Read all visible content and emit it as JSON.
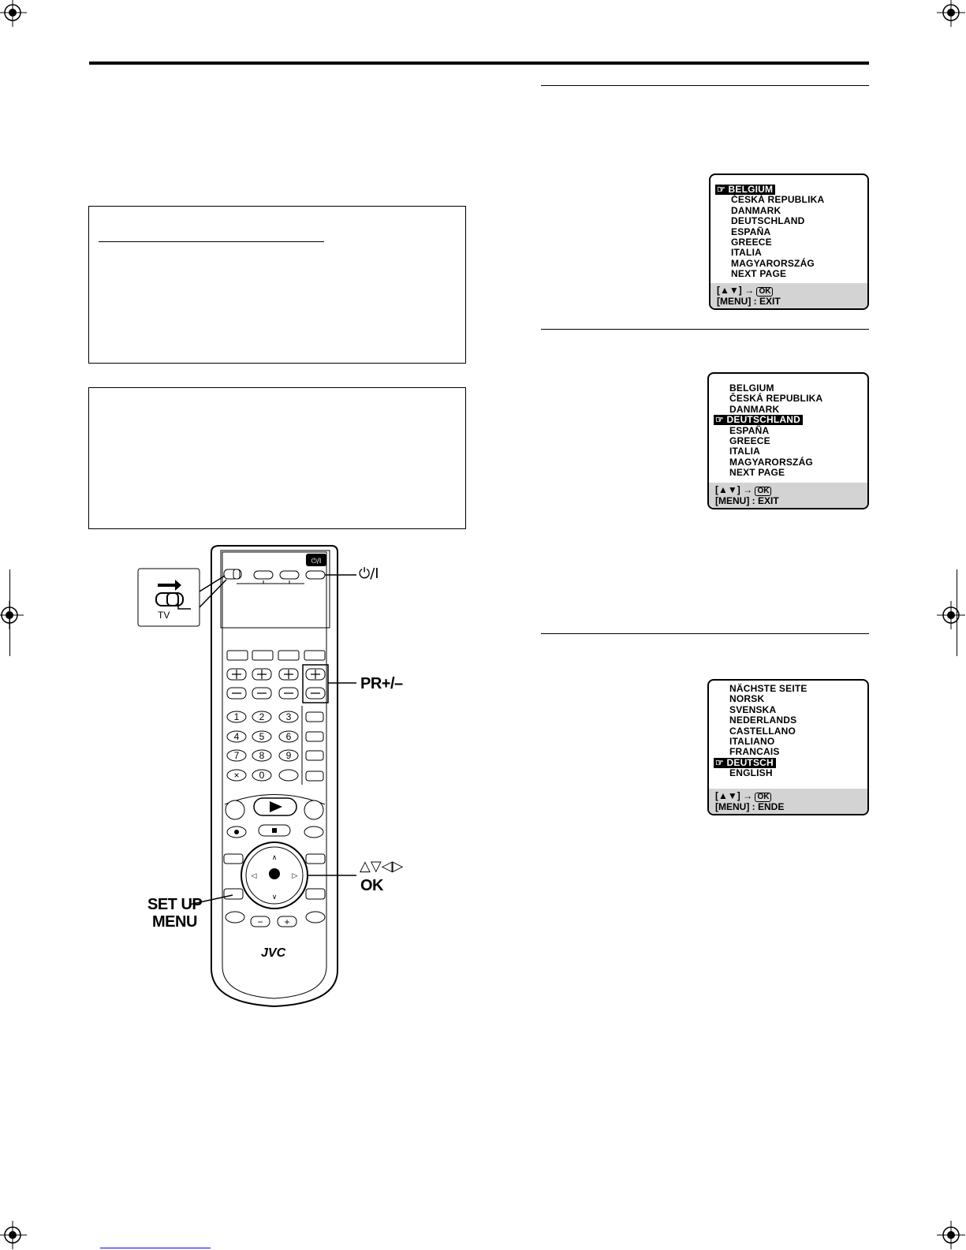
{
  "screens": {
    "country_page1": {
      "items": [
        "BELGIUM",
        "ČESKÁ REPUBLIKA",
        "DANMARK",
        "DEUTSCHLAND",
        "ESPAÑA",
        "GREECE",
        "ITALIA",
        "MAGYARORSZÁG",
        "NEXT PAGE"
      ],
      "selected_index": 0,
      "footer_line1_prefix": "[▲▼] →",
      "footer_ok": "OK",
      "footer_line2": "[MENU] : EXIT"
    },
    "country_page1_b": {
      "items": [
        "BELGIUM",
        "ČESKÁ REPUBLIKA",
        "DANMARK",
        "DEUTSCHLAND",
        "ESPAÑA",
        "GREECE",
        "ITALIA",
        "MAGYARORSZÁG",
        "NEXT PAGE"
      ],
      "selected_index": 3,
      "footer_line1_prefix": "[▲▼] →",
      "footer_ok": "OK",
      "footer_line2": "[MENU] : EXIT"
    },
    "language": {
      "items": [
        "NÄCHSTE SEITE",
        "NORSK",
        "SVENSKA",
        "NEDERLANDS",
        "CASTELLANO",
        "ITALIANO",
        "FRANCAIS",
        "DEUTSCH",
        "ENGLISH"
      ],
      "selected_index": 7,
      "footer_line1_prefix": "[▲▼] →",
      "footer_ok": "OK",
      "footer_line2": "[MENU] : ENDE"
    }
  },
  "remote": {
    "brand": "JVC",
    "switch_label": "TV",
    "power_label": "⏻/I",
    "pr_label": "PR+/–",
    "nav_label": "△▽◁▷",
    "ok_label": "OK",
    "setup_label_line1": "SET UP",
    "setup_label_line2": "MENU",
    "digits": [
      "1",
      "2",
      "3",
      "4",
      "5",
      "6",
      "7",
      "8",
      "9",
      "0"
    ]
  }
}
